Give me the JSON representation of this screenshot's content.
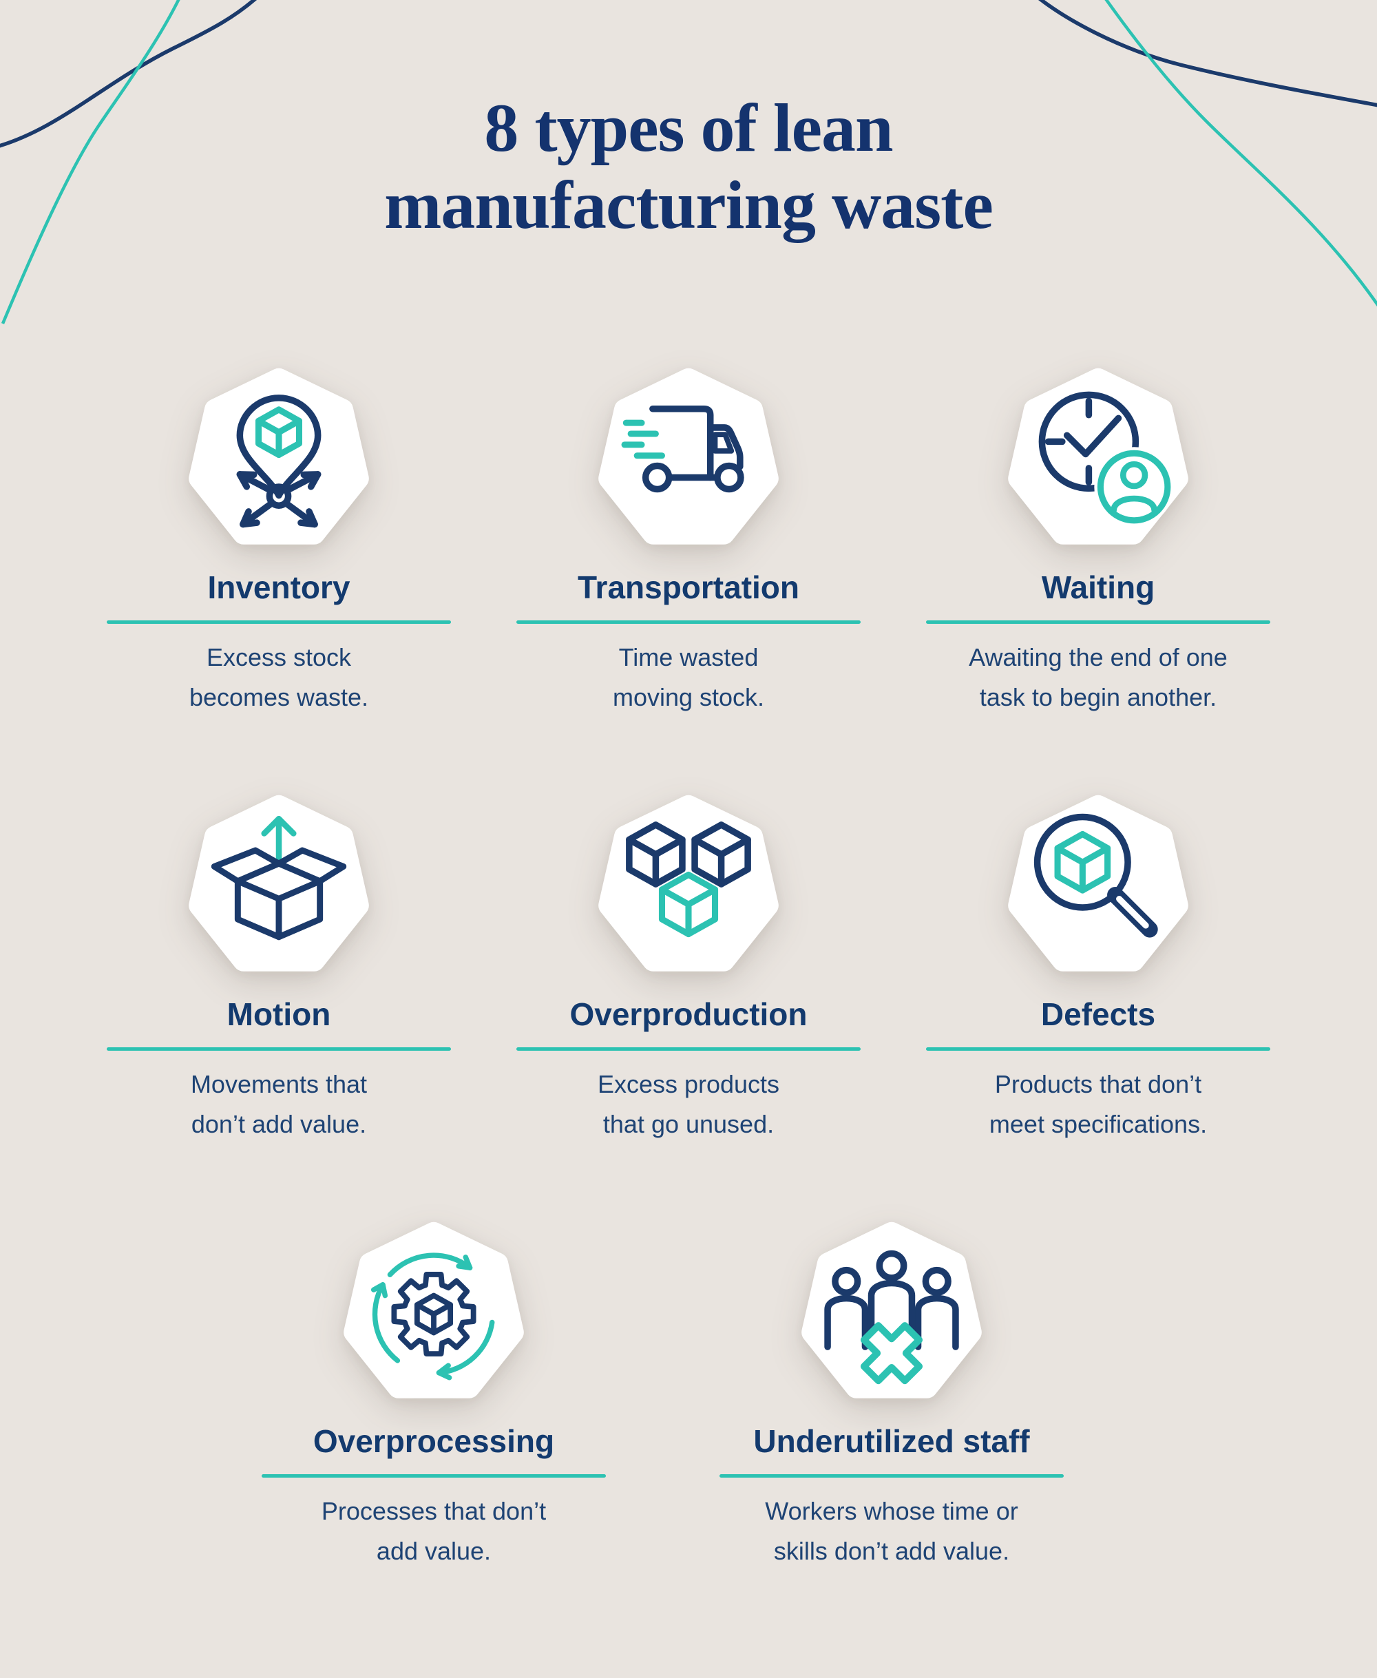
{
  "infographic": {
    "title_line1": "8 types of lean",
    "title_line2": "manufacturing waste"
  },
  "colors": {
    "background": "#e9e4df",
    "navy": "#1b3a6b",
    "teal": "#2cc2b2",
    "title_navy": "#14336e",
    "heading_navy": "#133a6e",
    "body_navy": "#1e4374",
    "badge": "#ffffff"
  },
  "decor": {
    "curves": [
      "navy-arc-left",
      "teal-arc-left",
      "navy-arc-right",
      "teal-arc-right"
    ]
  },
  "cards": [
    {
      "icon": "inventory-pin-icon",
      "title": "Inventory",
      "lines": [
        "Excess stock",
        "becomes waste."
      ]
    },
    {
      "icon": "delivery-truck-icon",
      "title": "Transportation",
      "lines": [
        "Time wasted",
        "moving stock."
      ]
    },
    {
      "icon": "clock-person-icon",
      "title": "Waiting",
      "lines": [
        "Awaiting the end of one",
        "task to begin another."
      ]
    },
    {
      "icon": "open-box-arrow-icon",
      "title": "Motion",
      "lines": [
        "Movements that",
        "don’t add value."
      ]
    },
    {
      "icon": "stacked-cubes-icon",
      "title": "Overproduction",
      "lines": [
        "Excess products",
        "that go unused."
      ]
    },
    {
      "icon": "magnifier-cube-icon",
      "title": "Defects",
      "lines": [
        "Products that don’t",
        "meet specifications."
      ]
    },
    {
      "icon": "gear-cycle-icon",
      "title": "Overprocessing",
      "lines": [
        "Processes that don’t",
        "add value."
      ]
    },
    {
      "icon": "staff-cross-icon",
      "title": "Underutilized staff",
      "lines": [
        "Workers whose time or",
        "skills don’t add value."
      ]
    }
  ]
}
